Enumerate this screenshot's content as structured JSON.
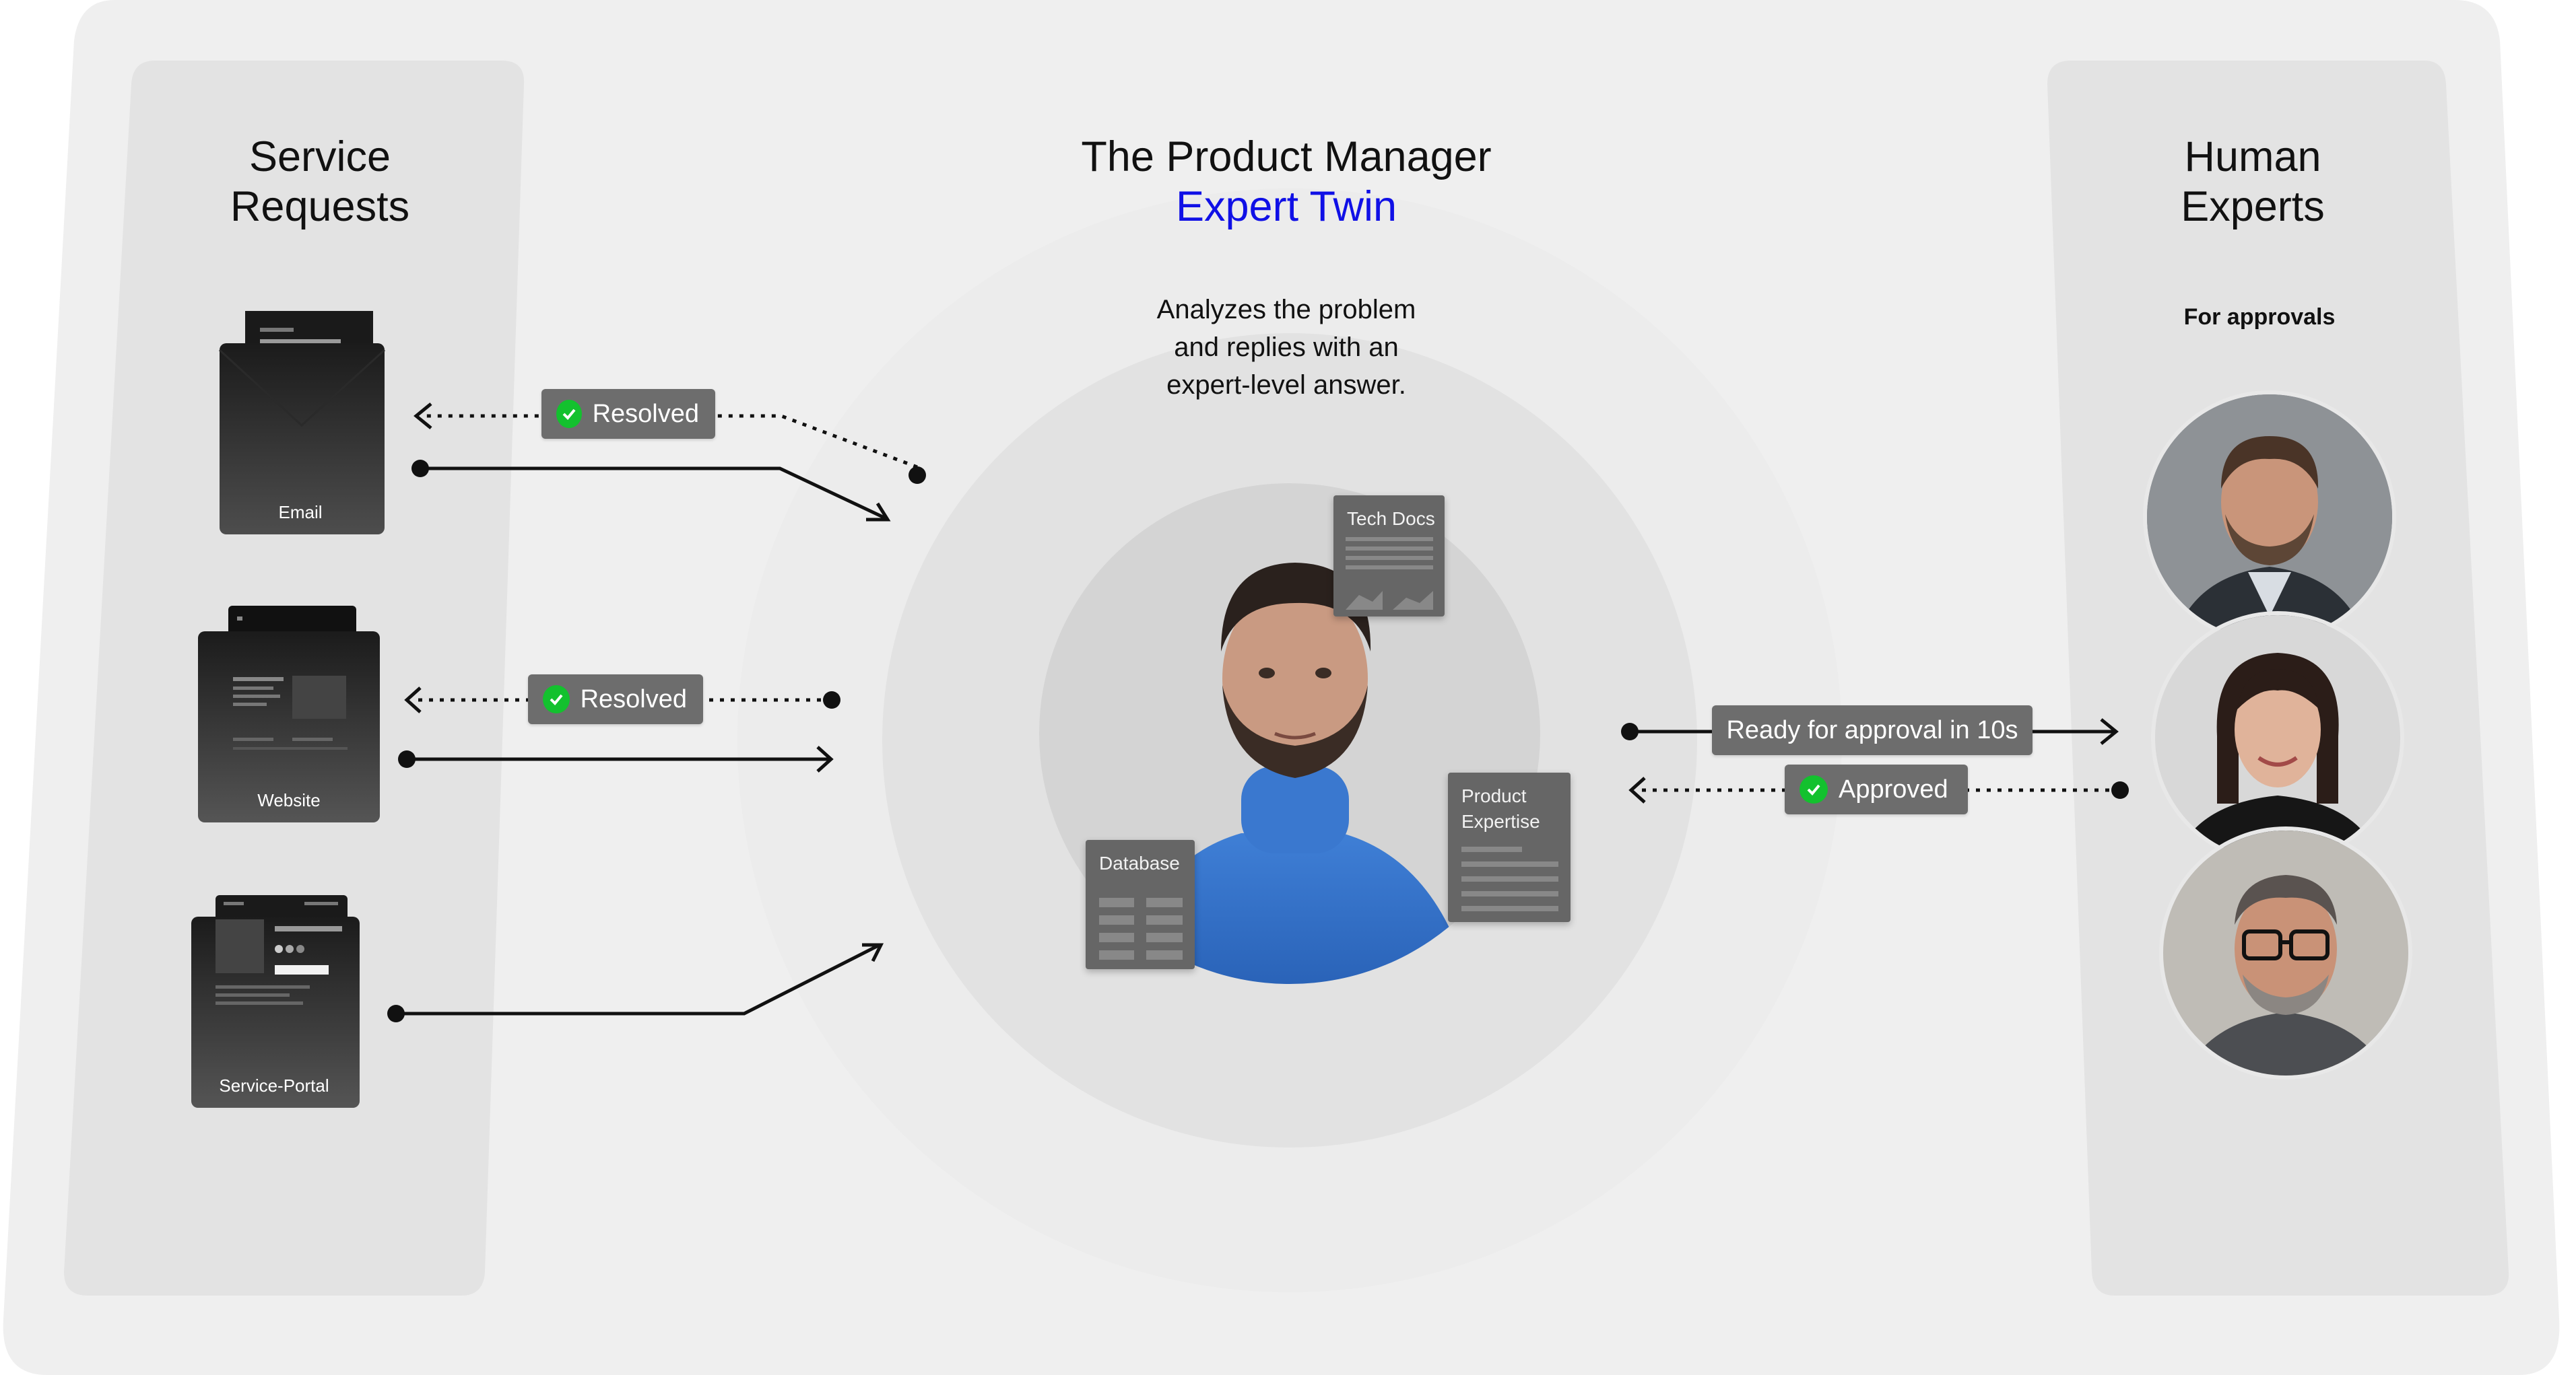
{
  "service_requests": {
    "title_line1": "Service",
    "title_line2": "Requests",
    "channels": [
      {
        "label": "Email"
      },
      {
        "label": "Website"
      },
      {
        "label": "Service-Portal"
      }
    ]
  },
  "center": {
    "title_line1": "The Product Manager",
    "title_line2": "Expert Twin",
    "description_lines": [
      "Analyzes the problem",
      "and replies with an",
      "expert-level answer."
    ],
    "sources": [
      {
        "label": "Tech Docs"
      },
      {
        "label_line1": "Product",
        "label_line2": "Expertise"
      },
      {
        "label": "Database"
      }
    ]
  },
  "human_experts": {
    "title_line1": "Human",
    "title_line2": "Experts",
    "subtitle": "For approvals"
  },
  "flow_labels": {
    "resolved": "Resolved",
    "ready_for_approval": "Ready for approval in 10s",
    "approved": "Approved"
  },
  "colors": {
    "accent_blue": "#1010e6",
    "check_green": "#13c12e",
    "pill_gray": "#6d6d6d",
    "panel_gray": "#e4e4e4",
    "background": "#efefef"
  }
}
